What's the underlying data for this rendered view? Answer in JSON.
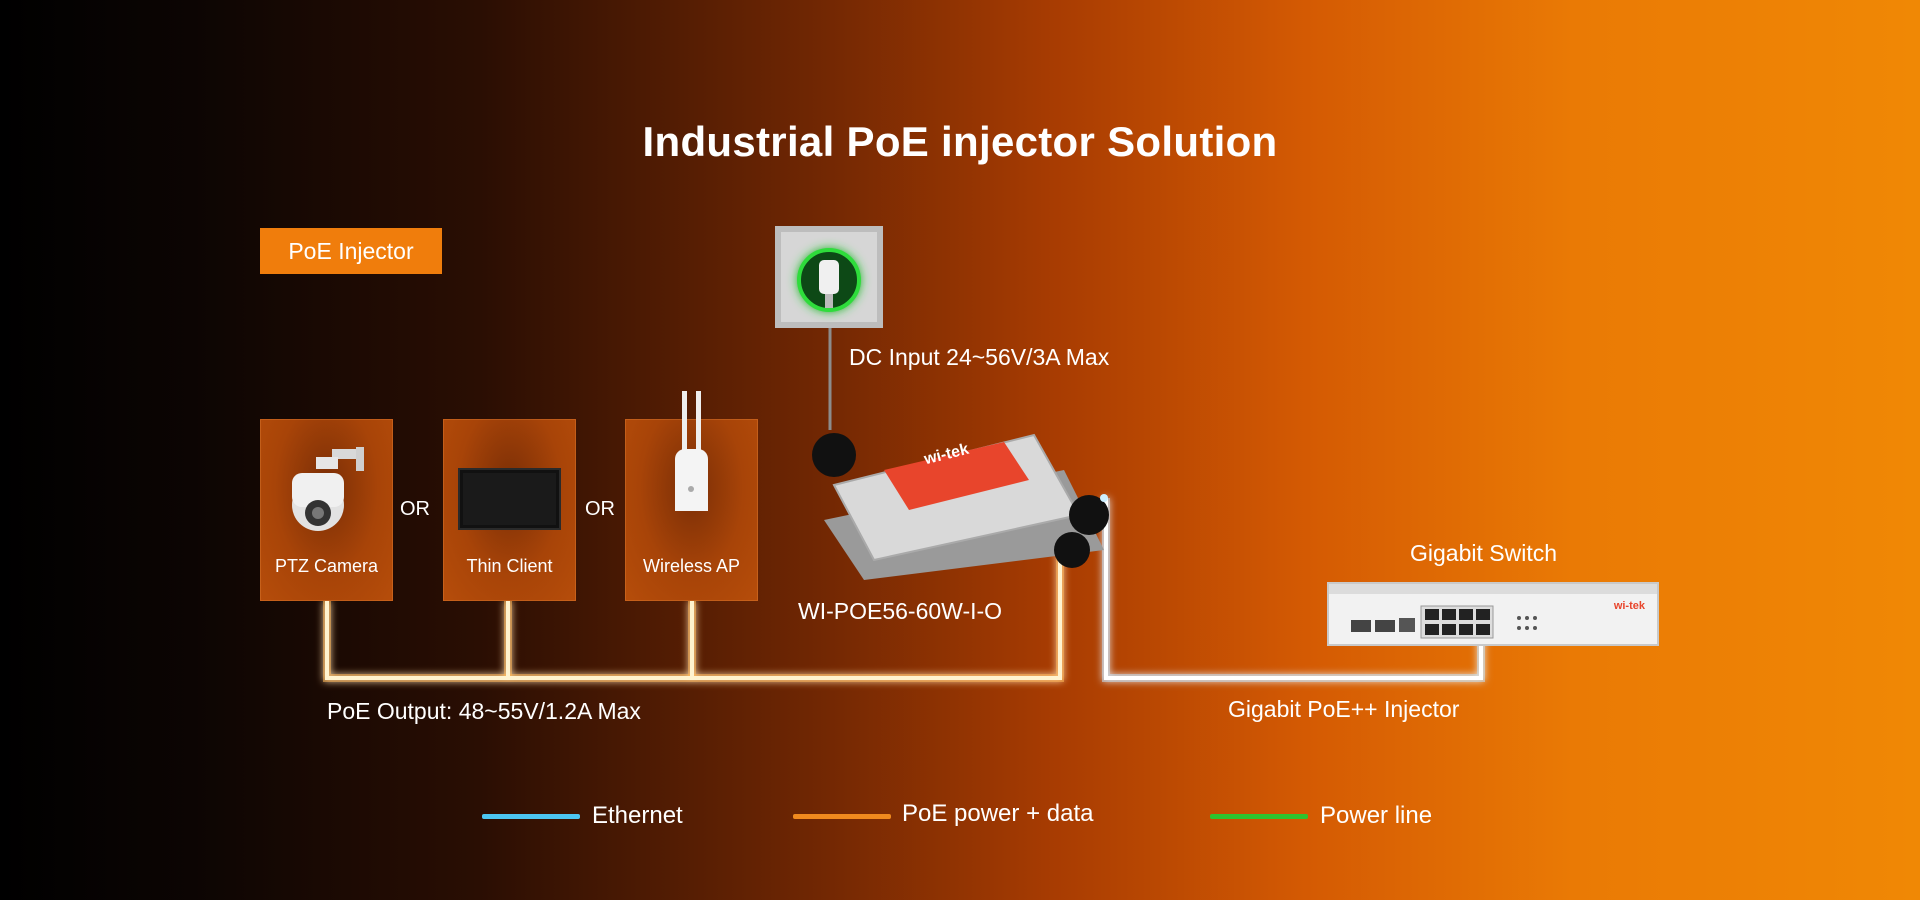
{
  "title": "Industrial PoE injector Solution",
  "badge": "PoE Injector",
  "devices": [
    {
      "label": "PTZ Camera",
      "icon": "ptz-camera-icon"
    },
    {
      "label": "Thin Client",
      "icon": "thin-client-icon"
    },
    {
      "label": "Wireless AP",
      "icon": "wireless-ap-icon"
    }
  ],
  "or_label": "OR",
  "dc_input": "DC Input 24~56V/3A Max",
  "injector_model": "WI-POE56-60W-I-O",
  "injector_brand": "wi-tek",
  "poe_output": "PoE Output: 48~55V/1.2A Max",
  "switch_label": "Gigabit Switch",
  "switch_brand": "wi-tek",
  "poe_injector_label": "Gigabit PoE++ Injector",
  "legend": [
    {
      "label": "Ethernet",
      "color": "#4cc6f2"
    },
    {
      "label": "PoE power + data",
      "color": "#f08a1e"
    },
    {
      "label": "Power line",
      "color": "#2ec42e"
    }
  ]
}
